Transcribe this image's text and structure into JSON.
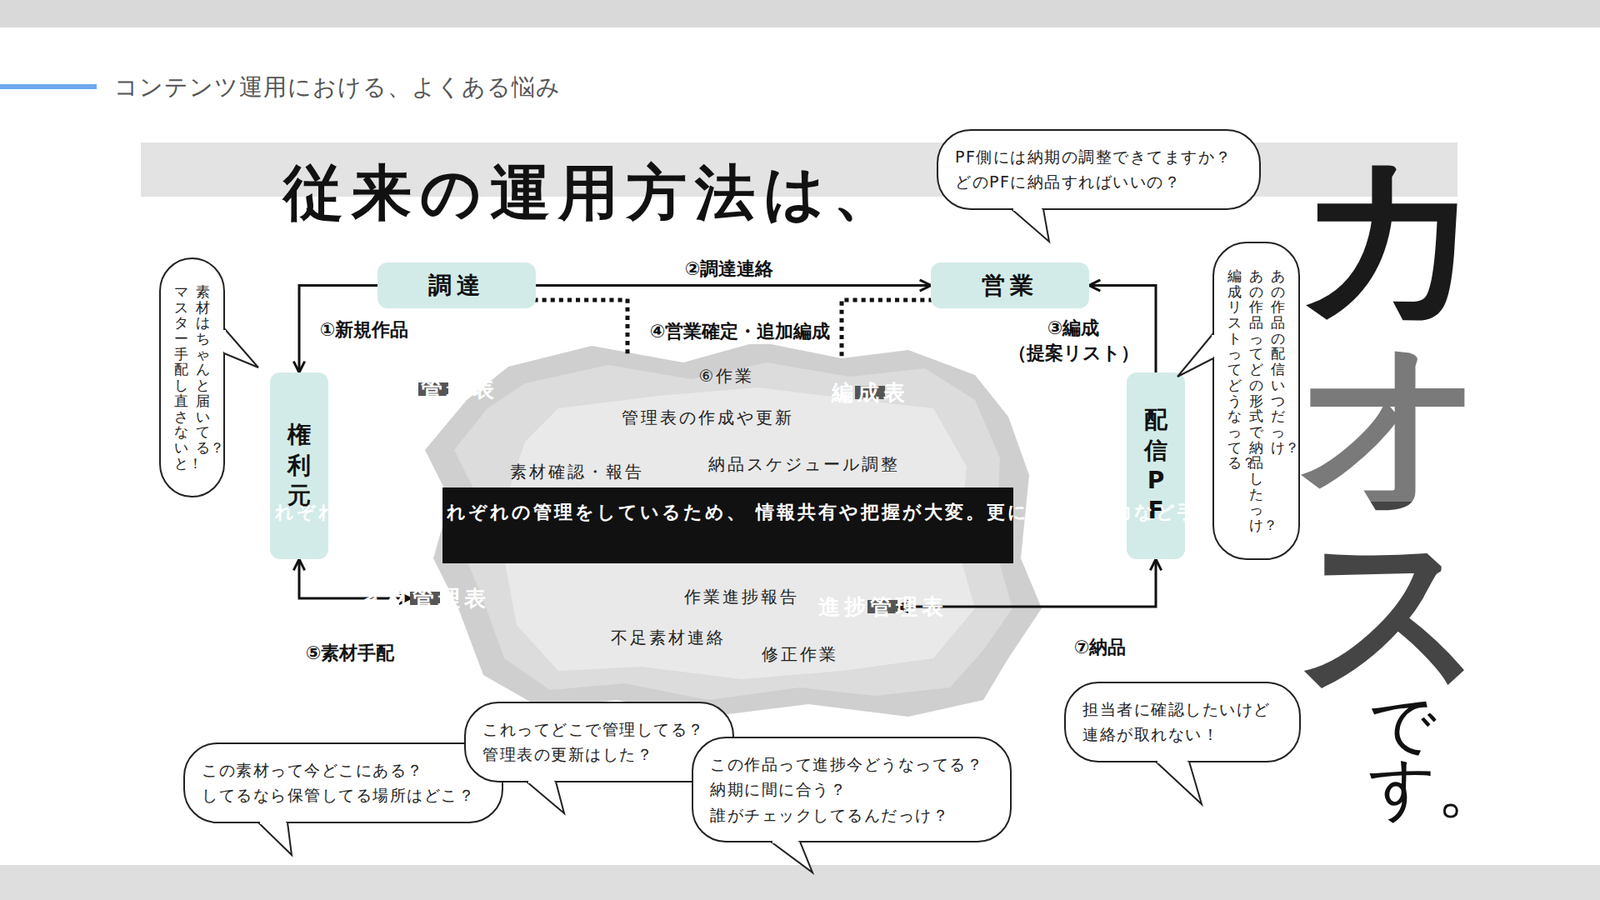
{
  "diagram": {
    "title": "従来の運用方法は、",
    "nodes": [
      {
        "text": [
          "調達"
        ]
      },
      {
        "text": [
          "営業"
        ]
      },
      {
        "text": [
          "権利元"
        ]
      },
      {
        "text": [
          "配信PF"
        ]
      },
      {
        "text": [
          "⑥作業",
          "管理表の作成や更新",
          "素材確認・報告",
          "納品スケジュール調整",
          "作業進捗報告",
          "不足素材連絡",
          "修正作業"
        ]
      },
      {
        "text": [
          "作品管理表"
        ],
        "in": 4
      },
      {
        "text": [
          "編成表"
        ],
        "in": 4
      },
      {
        "text": [
          "それぞれの部署がそれぞれの管理をしているため、 情報共有や把握が大変。更には二重入力など手間も多い！"
        ],
        "in": 4
      },
      {
        "text": [
          "素材管理表"
        ],
        "in": 4
      },
      {
        "text": [
          "進捗管理表"
        ],
        "in": 4
      },
      {
        "text": [
          "PF側には納期の調整できてますか？ どのPFに納品すればいいの？"
        ]
      },
      {
        "text": [
          "素材はちゃんと届いてる？",
          "マスター手配し直さないと！"
        ]
      },
      {
        "text": [
          "あの作品の配信いつだっけ？",
          "あの作品ってどの形式で納品したっけ？",
          "編成リストってどうなってる？"
        ]
      },
      {
        "text": [
          "この素材って今どこにある？ してるなら保管してる場所はどこ？"
        ]
      },
      {
        "text": [
          "これってどこで管理してる？ 管理表の更新はした？"
        ]
      },
      {
        "text": [
          "この作品って進捗今どうなってる？ 納期に間に合う？ 誰がチェックしてるんだっけ？"
        ]
      },
      {
        "text": [
          "担当者に確認したいけど 連絡が取れない！"
        ]
      }
    ],
    "edges": [
      {
        "from": 0,
        "to": 2,
        "label": "①新規作品",
        "arrow": "to"
      },
      {
        "from": 0,
        "to": 1,
        "label": "②調達連絡",
        "arrow": "to"
      },
      {
        "from": 3,
        "to": 1,
        "label": "③編成 （提案リスト）",
        "arrow": "to"
      },
      {
        "from": 2,
        "to": 8,
        "label": "⑤素材手配",
        "arrow": "both"
      },
      {
        "from": 9,
        "to": 3,
        "label": "⑦納品",
        "arrow": "both"
      },
      {
        "from": 0,
        "to": 4,
        "arrow": "none"
      },
      {
        "from": 1,
        "to": 4,
        "label": "④営業確定・追加編成",
        "arrow": "none"
      }
    ],
    "labels": [
      "コンテンツ運用における、よくある悩み",
      "カオス",
      "です。"
    ]
  }
}
